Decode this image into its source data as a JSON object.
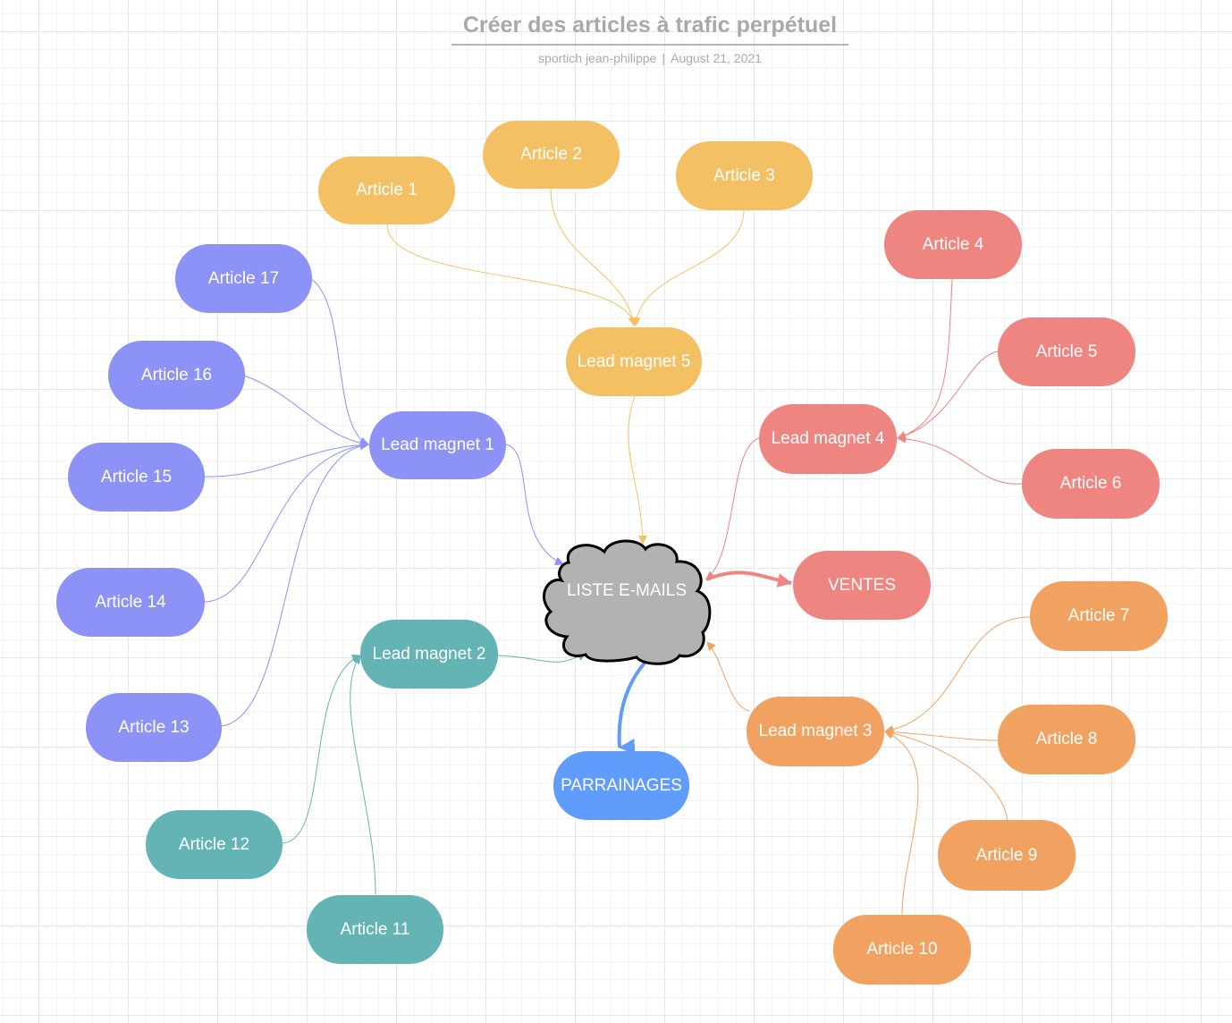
{
  "header": {
    "title": "Créer des articles à trafic perpétuel",
    "author": "sportich jean-philippe",
    "separator": "|",
    "date": "August 21, 2021"
  },
  "colors": {
    "yellow": "#f4c064",
    "red": "#ee8580",
    "purple": "#8c92f6",
    "teal": "#64b4b6",
    "orange": "#f1a260",
    "blue": "#5f9cfb",
    "cloud": "#b2b2b2"
  },
  "center": {
    "label": "LISTE E-MAILS",
    "shape": "cloud"
  },
  "outputs": {
    "ventes": "VENTES",
    "parrainages": "PARRAINAGES"
  },
  "lead_magnets": {
    "lm1": "Lead magnet 1",
    "lm2": "Lead magnet 2",
    "lm3": "Lead magnet 3",
    "lm4": "Lead magnet 4",
    "lm5": "Lead magnet 5"
  },
  "articles": {
    "a1": "Article 1",
    "a2": "Article 2",
    "a3": "Article 3",
    "a4": "Article 4",
    "a5": "Article 5",
    "a6": "Article 6",
    "a7": "Article 7",
    "a8": "Article 8",
    "a9": "Article 9",
    "a10": "Article 10",
    "a11": "Article 11",
    "a12": "Article 12",
    "a13": "Article 13",
    "a14": "Article 14",
    "a15": "Article 15",
    "a16": "Article 16",
    "a17": "Article 17"
  }
}
